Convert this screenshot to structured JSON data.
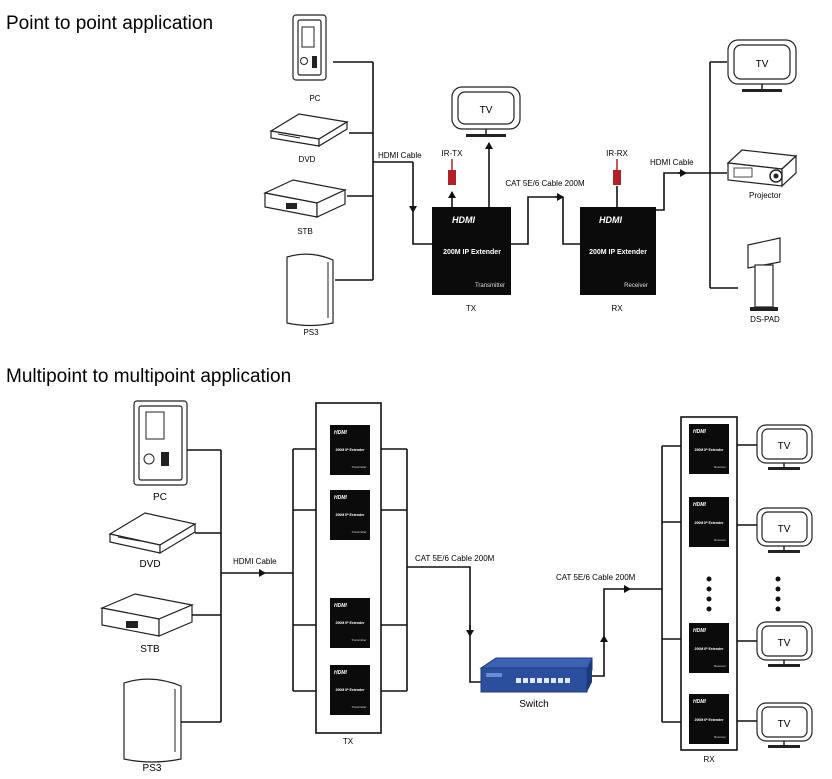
{
  "section1": {
    "title": "Point to point application",
    "sources": [
      "PC",
      "DVD",
      "STB",
      "PS3"
    ],
    "hdmi_cable_left": "HDMI Cable",
    "hdmi_cable_right": "HDMI Cable",
    "cat_cable": "CAT 5E/6 Cable 200M",
    "ir_tx": "IR-TX",
    "ir_rx": "IR-RX",
    "tv_top": "TV",
    "tv_right": "TV",
    "tx_box": {
      "logo": "HDMI",
      "name": "200M IP Extender",
      "role": "Transmitter",
      "caption": "TX"
    },
    "rx_box": {
      "logo": "HDMI",
      "name": "200M IP Extender",
      "role": "Receiver",
      "caption": "RX"
    },
    "outputs": [
      "Projector",
      "DS-PAD"
    ]
  },
  "section2": {
    "title": "Multipoint to multipoint  application",
    "sources": [
      "PC",
      "DVD",
      "STB",
      "PS3"
    ],
    "hdmi_cable": "HDMI Cable",
    "cat_cable_left": "CAT 5E/6 Cable 200M",
    "cat_cable_right": "CAT 5E/6 Cable 200M",
    "switch_label": "Switch",
    "tx_caption": "TX",
    "rx_caption": "RX",
    "mini_logo": "HDMI",
    "mini_name": "200M IP Extender",
    "mini_tx_role": "Transmitter",
    "mini_rx_role": "Receiver",
    "tv_label": "TV"
  },
  "colors": {
    "ir_red": "#b3202a",
    "switch_blue": "#2b4f9c",
    "box_black": "#0b0b0b"
  }
}
